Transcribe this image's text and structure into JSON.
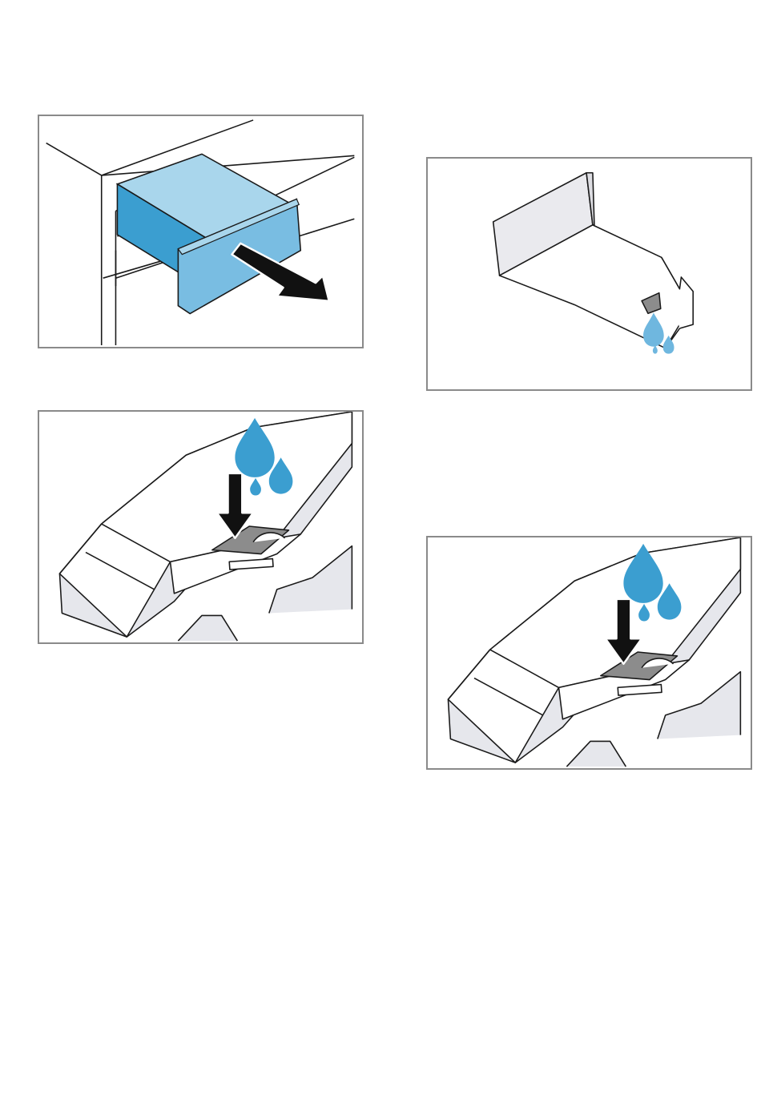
{
  "figures": [
    {
      "id": "remove-drawer",
      "step": 1
    },
    {
      "id": "drain-insert",
      "step": 2
    },
    {
      "id": "press-siphon-1",
      "step": 3
    },
    {
      "id": "press-siphon-2",
      "step": 4
    }
  ],
  "colors": {
    "frame": "#8a8a8a",
    "line": "#1a1a1a",
    "drawer_top": "#a9d6ec",
    "drawer_side": "#3b9ed0",
    "drawer_front": "#79bde2",
    "water": "#3b9ed0",
    "water_light": "#6fb7df",
    "plastic": "#ffffff",
    "plastic_shade": "#e6e7ec",
    "slot": "#8c8c8c"
  },
  "icons": [
    "pull-arrow-icon",
    "down-arrow-icon",
    "water-drop-icon"
  ]
}
